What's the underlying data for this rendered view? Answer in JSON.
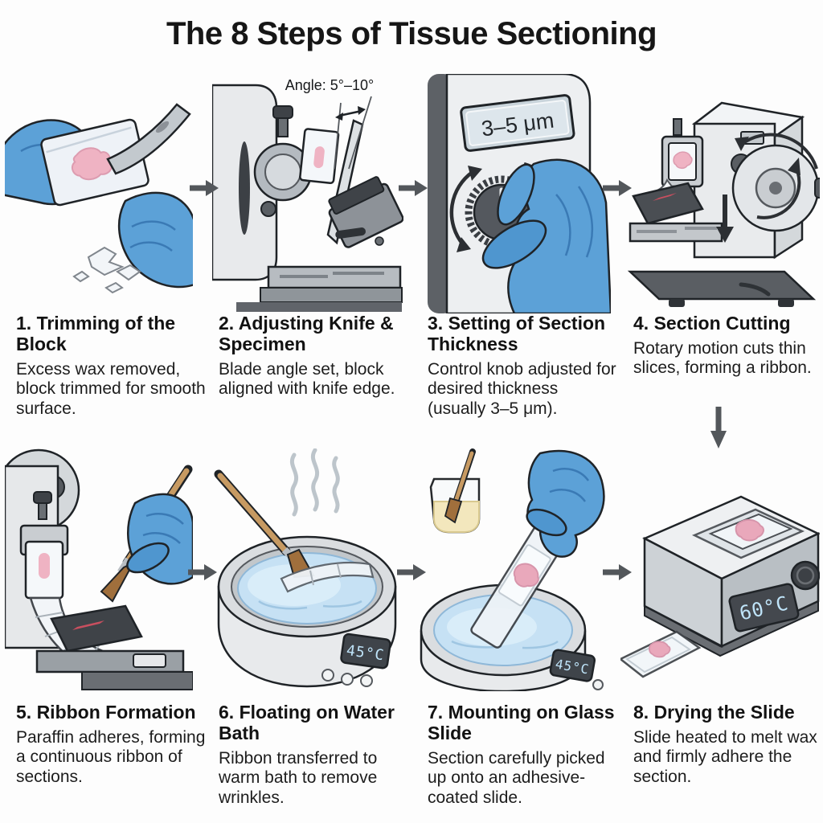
{
  "title": "The 8 Steps of Tissue Sectioning",
  "steps": [
    {
      "title": "1. Trimming of the Block",
      "description": "Excess wax removed, block trimmed for smooth surface."
    },
    {
      "title": "2. Adjusting Knife & Specimen",
      "description": "Blade angle set, block aligned with knife edge."
    },
    {
      "title": "3. Setting of Section Thickness",
      "description": "Control knob adjusted for desired thickness (usually 3–5 μm)."
    },
    {
      "title": "4. Section Cutting",
      "description": "Rotary motion cuts thin slices, forming a ribbon."
    },
    {
      "title": "5. Ribbon Formation",
      "description": "Paraffin adheres, forming a continuous ribbon of sections."
    },
    {
      "title": "6. Floating on Water Bath",
      "description": "Ribbon transferred to warm bath to remove wrinkles."
    },
    {
      "title": "7. Mounting on Glass Slide",
      "description": "Section carefully picked up onto an adhesive-coated slide."
    },
    {
      "title": "8. Drying the Slide",
      "description": "Slide heated to melt wax and firmly adhere the section."
    }
  ],
  "labels": {
    "knife_angle": "Angle: 5°–10°",
    "thickness_display": "3–5 μm",
    "water_bath_temp_floating": "45°C",
    "water_bath_temp_mounting": "45°C",
    "hotplate_temp": "60°C"
  },
  "icons": {
    "flow_arrow_right": "right-arrow",
    "flow_arrow_down": "down-arrow"
  },
  "colors": {
    "glove_blue": "#5ca1d7",
    "glove_blue_dark": "#4a8fc6",
    "tissue_pink": "#efb3c3",
    "water_blue": "#c6e1f4",
    "water_highlight": "#d9edf9",
    "machine_light": "#e9ebed",
    "machine_mid": "#b7bcc1",
    "machine_dark": "#55595e",
    "display_dark": "#3f444a",
    "display_digits": "#bfe4f9",
    "display_light": "#d9e3ea",
    "beaker_liquid": "#f3e7bd",
    "brush_handle": "#c79a62",
    "brush_bristles": "#a06f3c",
    "arrow_gray": "#53575b",
    "title_text": "#161616"
  }
}
